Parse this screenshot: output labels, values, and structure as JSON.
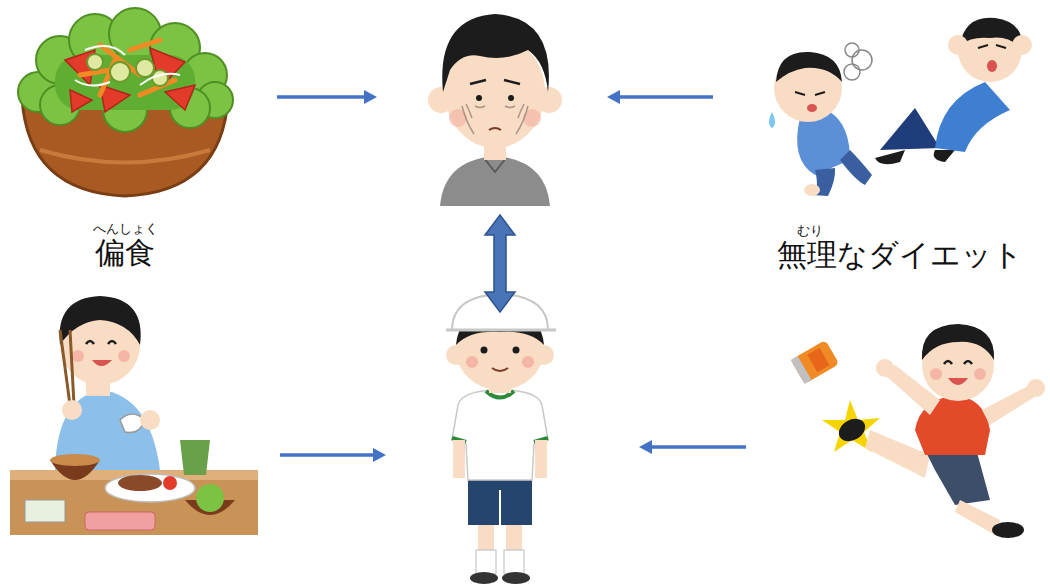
{
  "diagram": {
    "nodes": [
      {
        "text": [
          "へんしょく",
          "偏食"
        ]
      },
      {
        "text": []
      },
      {
        "text": [
          "むり",
          "無理なダイエット"
        ]
      },
      {
        "text": []
      },
      {
        "text": []
      },
      {
        "text": []
      }
    ],
    "edges": [
      {
        "from": 0,
        "to": 1,
        "arrow": "to"
      },
      {
        "from": 2,
        "to": 1,
        "arrow": "to"
      },
      {
        "from": 1,
        "to": 4,
        "arrow": "both"
      },
      {
        "from": 3,
        "to": 4,
        "arrow": "to"
      },
      {
        "from": 5,
        "to": 4,
        "arrow": "to"
      }
    ]
  }
}
